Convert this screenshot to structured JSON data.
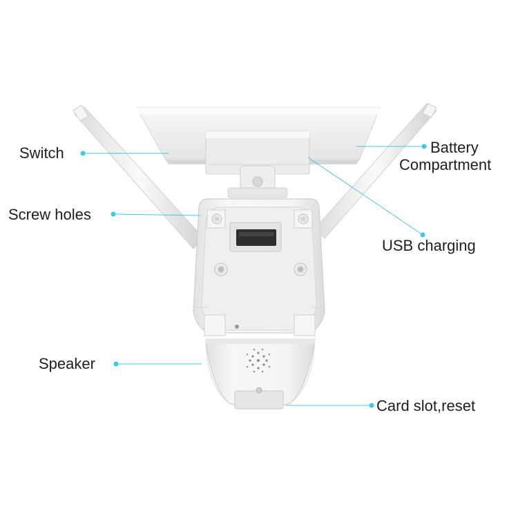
{
  "colors": {
    "accent_line": "#3cc9e6",
    "label_text": "#1e1e1e",
    "housing": "#f2f2f2",
    "housing_shadow": "#d6d6d6",
    "background": "#ffffff"
  },
  "callouts": {
    "switch": "Switch",
    "battery_line1": "Battery",
    "battery_line2": "Compartment",
    "screw_holes": "Screw holes",
    "usb_charging": "USB charging",
    "speaker": "Speaker",
    "card_slot": "Card slot,reset"
  },
  "product": {
    "name_icon": "solar-ptz-camera-rear-view"
  }
}
